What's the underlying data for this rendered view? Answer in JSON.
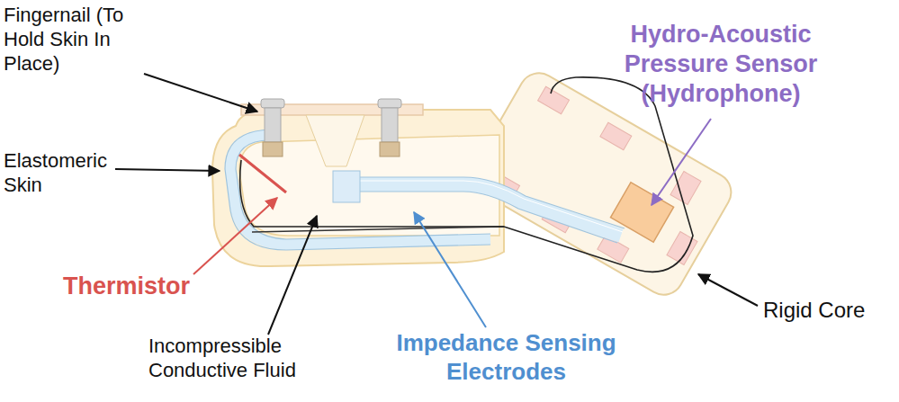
{
  "diagram": {
    "labels": [
      "Fingernail (To Hold Skin In Place)",
      "Elastomeric Skin",
      "Hydro-Acoustic Pressure Sensor (Hydrophone)",
      "Thermistor",
      "Rigid Core",
      "Incompressible Conductive Fluid",
      "Impedance Sensing Electrodes"
    ]
  }
}
